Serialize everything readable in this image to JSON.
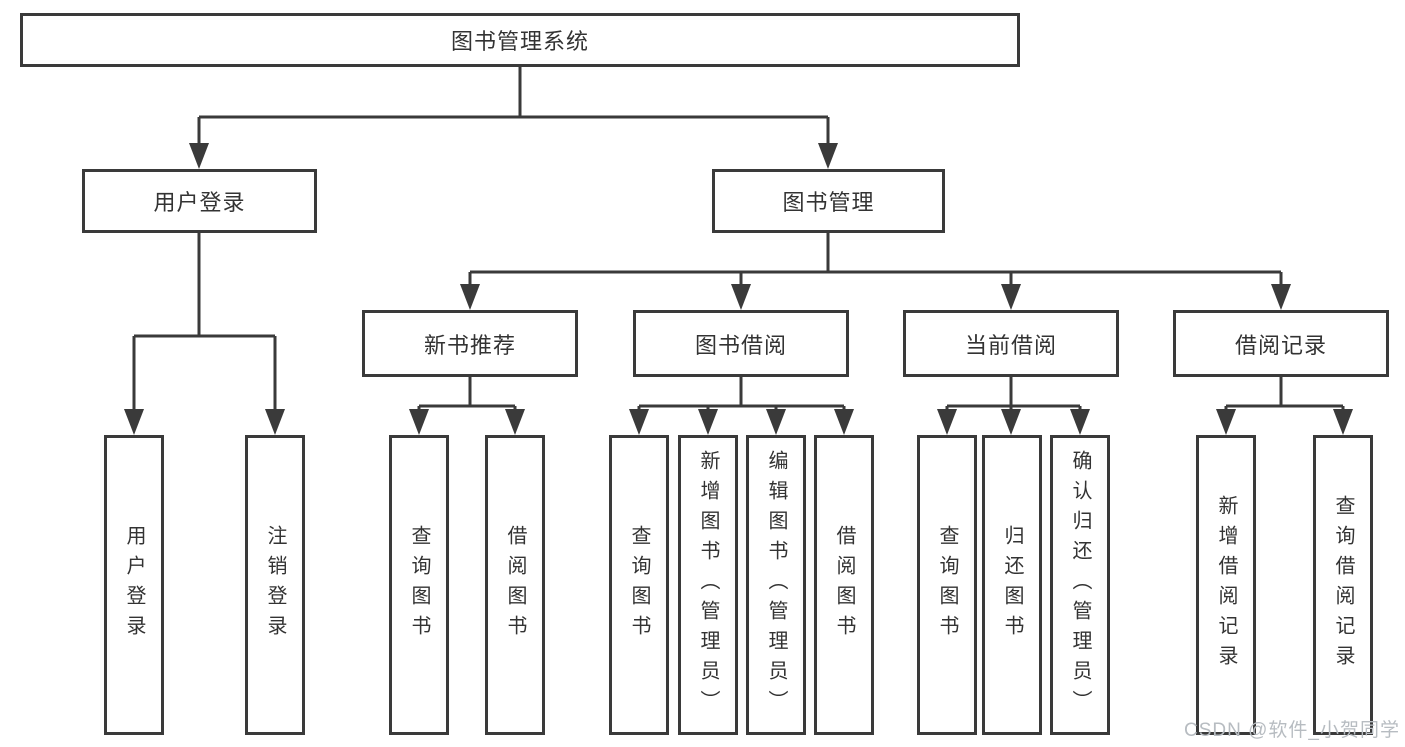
{
  "tree": {
    "root": {
      "label": "图书管理系统"
    },
    "branches": [
      {
        "label": "用户登录",
        "leaves": [
          "用户登录",
          "注销登录"
        ]
      },
      {
        "label": "图书管理",
        "sections": [
          {
            "label": "新书推荐",
            "leaves": [
              "查询图书",
              "借阅图书"
            ]
          },
          {
            "label": "图书借阅",
            "leaves": [
              "查询图书",
              "新增图书（管理员）",
              "编辑图书（管理员）",
              "借阅图书"
            ]
          },
          {
            "label": "当前借阅",
            "leaves": [
              "查询图书",
              "归还图书",
              "确认归还（管理员）"
            ]
          },
          {
            "label": "借阅记录",
            "leaves": [
              "新增借阅记录",
              "查询借阅记录"
            ]
          }
        ]
      }
    ]
  },
  "watermark": {
    "text": "CSDN @软件_小贺同学"
  },
  "colors": {
    "line": "#3a3a3a",
    "box_border": "#3a3a3a",
    "text": "#333333",
    "watermark": "#b7bcc1",
    "background": "#ffffff"
  }
}
